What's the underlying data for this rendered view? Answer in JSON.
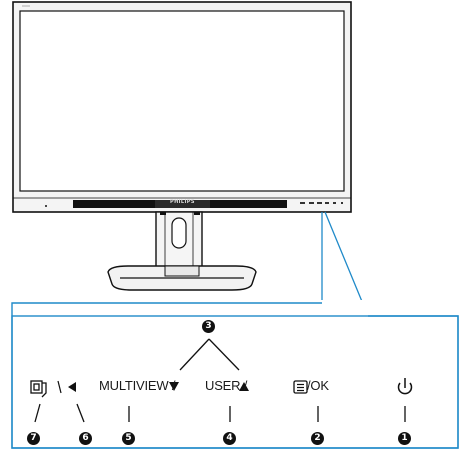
{
  "monitor": {
    "brand": "PHILIPS",
    "accent_color": "#1f8ac9"
  },
  "controls": {
    "user_label": "USER /",
    "multiview_label": "MULTIVIEW /",
    "ok_label": "/OK"
  },
  "callouts": [
    "1",
    "2",
    "3",
    "4",
    "5",
    "6",
    "7"
  ],
  "icons": {
    "power": "power-icon",
    "menu": "menu-icon",
    "up": "up-arrow-icon",
    "down": "down-arrow-icon",
    "back": "back-arrow-icon",
    "input": "input-icon"
  }
}
